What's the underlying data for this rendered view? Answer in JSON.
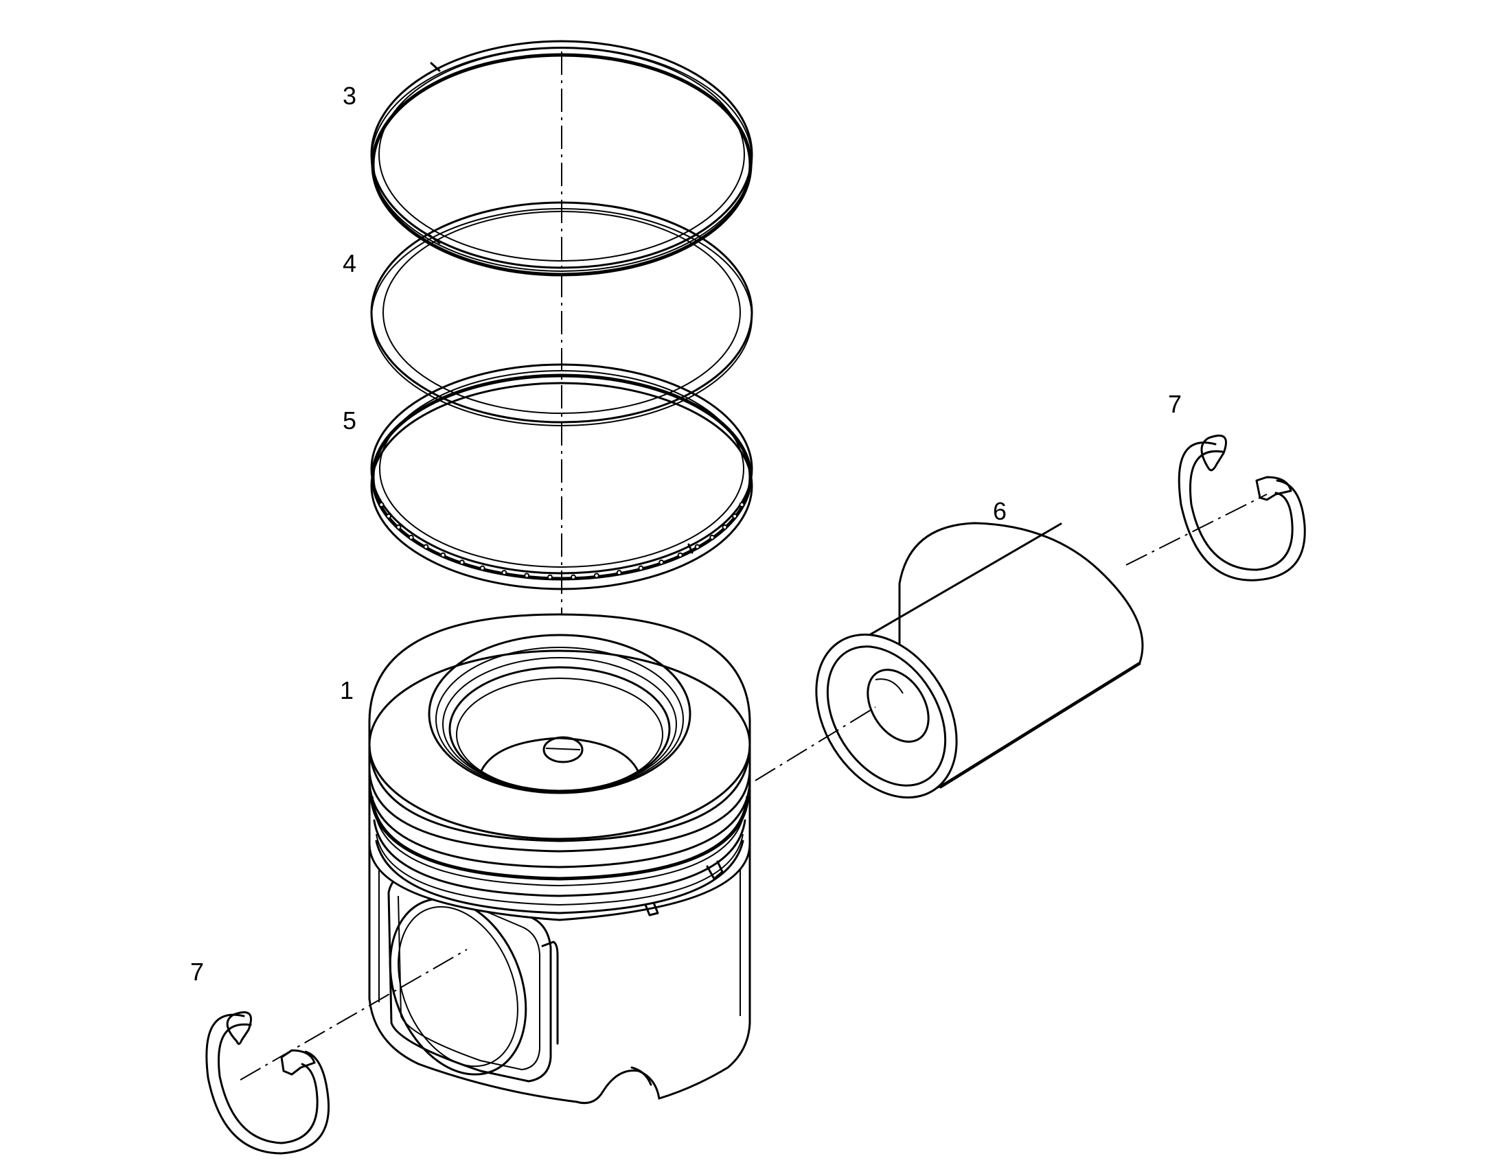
{
  "callouts": [
    {
      "id": "1",
      "label": "1"
    },
    {
      "id": "3",
      "label": "3"
    },
    {
      "id": "4",
      "label": "4"
    },
    {
      "id": "5",
      "label": "5"
    },
    {
      "id": "6",
      "label": "6"
    },
    {
      "id": "7a",
      "label": "7"
    },
    {
      "id": "7b",
      "label": "7"
    }
  ],
  "colors": {
    "line": "#000000",
    "background": "#ffffff"
  }
}
